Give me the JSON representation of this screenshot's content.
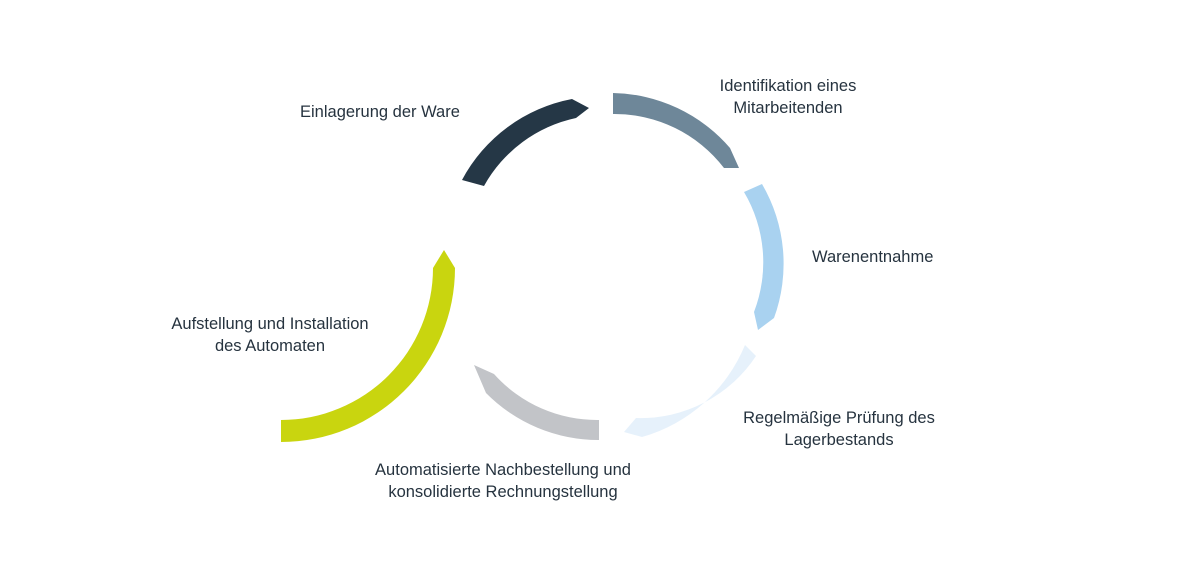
{
  "steps": [
    {
      "id": "einlagerung",
      "color": "#253746",
      "lines": [
        "Einlagerung der Ware"
      ]
    },
    {
      "id": "identifikation",
      "color": "#6e8799",
      "lines": [
        "Identifikation eines",
        "Mitarbeitenden"
      ]
    },
    {
      "id": "warenentnahme",
      "color": "#a9d2f0",
      "lines": [
        "Warenentnahme"
      ]
    },
    {
      "id": "pruefung",
      "color": "#e6f1fb",
      "lines": [
        "Regelmäßige Prüfung des",
        "Lagerbestands"
      ]
    },
    {
      "id": "nachbestellung",
      "color": "#c2c4c8",
      "lines": [
        "Automatisierte Nachbestellung und",
        "konsolidierte Rechnungstellung"
      ]
    },
    {
      "id": "aufstellung",
      "color": "#c9d50f",
      "lines": [
        "Aufstellung und Installation",
        "des Automaten"
      ]
    }
  ]
}
